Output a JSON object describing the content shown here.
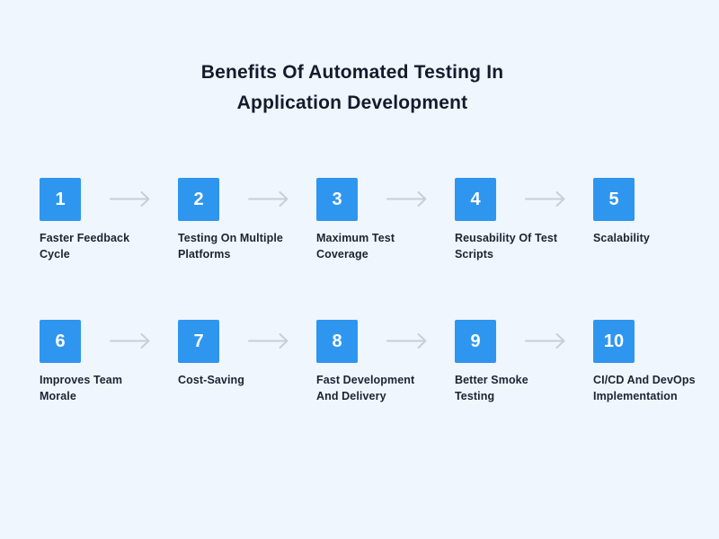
{
  "title": {
    "line1": "Benefits Of Automated Testing In",
    "line2": "Application Development",
    "full": "Benefits Of Automated Testing In Application Development"
  },
  "colors": {
    "background": "#F0F6FE",
    "step_square": "#2E96EF",
    "step_number_text": "#FFFFFF",
    "arrow": "#C9CED7",
    "title_text": "#141B2B",
    "label_text": "#1C2431"
  },
  "steps": [
    {
      "number": "1",
      "label": "Faster Feedback Cycle",
      "lines": [
        "Faster Feedback",
        "Cycle"
      ]
    },
    {
      "number": "2",
      "label": "Testing On Multiple Platforms",
      "lines": [
        "Testing On Multiple",
        "Platforms"
      ]
    },
    {
      "number": "3",
      "label": "Maximum Test Coverage",
      "lines": [
        "Maximum Test",
        "Coverage"
      ]
    },
    {
      "number": "4",
      "label": "Reusability Of Test Scripts",
      "lines": [
        "Reusability Of Test",
        "Scripts"
      ]
    },
    {
      "number": "5",
      "label": "Scalability",
      "lines": [
        "Scalability"
      ]
    },
    {
      "number": "6",
      "label": "Improves Team Morale",
      "lines": [
        "Improves Team",
        "Morale"
      ]
    },
    {
      "number": "7",
      "label": "Cost-Saving",
      "lines": [
        "Cost-Saving"
      ]
    },
    {
      "number": "8",
      "label": "Fast Development And Delivery",
      "lines": [
        "Fast Development",
        "And Delivery"
      ]
    },
    {
      "number": "9",
      "label": "Better Smoke Testing",
      "lines": [
        "Better Smoke",
        "Testing"
      ]
    },
    {
      "number": "10",
      "label": "CI/CD And DevOps Implementation",
      "lines": [
        "CI/CD And DevOps",
        "Implementation"
      ]
    }
  ]
}
